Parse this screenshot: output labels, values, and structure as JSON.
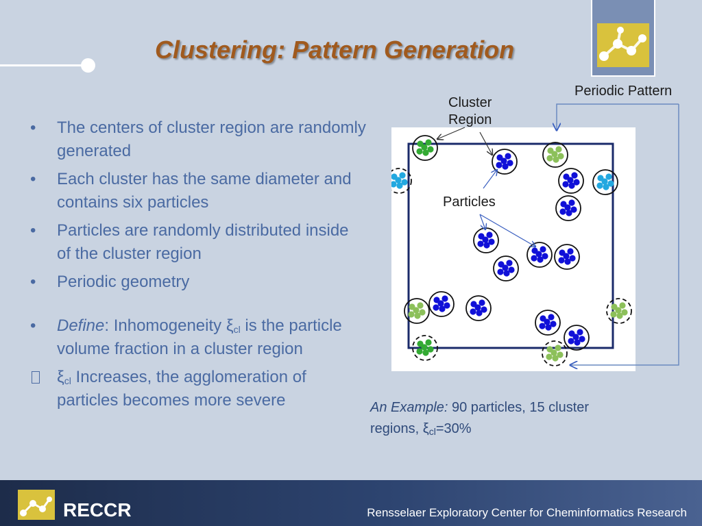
{
  "title": "Clustering: Pattern Generation",
  "bullets": [
    {
      "mark": "•",
      "text": "The centers of cluster region are randomly generated"
    },
    {
      "mark": "•",
      "text": "Each cluster has the same diameter and contains six particles"
    },
    {
      "mark": "•",
      "text": "Particles are randomly distributed inside of the cluster region"
    },
    {
      "mark": "•",
      "text": "Periodic geometry"
    }
  ],
  "define": {
    "mark": "•",
    "label": "Define",
    "pre": ": Inhomogeneity ",
    "symbol": "ξ",
    "sub": "cl",
    "post": " is the particle volume fraction in a cluster region"
  },
  "increase": {
    "mark": "",
    "symbol": "ξ",
    "sub": "cl",
    "post": " Increases, the agglomeration of particles becomes more severe"
  },
  "figure": {
    "label_cluster_region_1": "Cluster",
    "label_cluster_region_2": "Region",
    "label_particles": "Particles",
    "label_periodic_pattern": "Periodic Pattern",
    "colors": {
      "blue": "#1010d8",
      "green": "#33aa33",
      "light_green": "#8cc05a",
      "cyan": "#22a8e0",
      "frame": "#1a2a6a"
    }
  },
  "caption": {
    "italic": "An Example:",
    "text1": " 90 particles, 15 cluster regions, ",
    "symbol": "ξ",
    "sub": "cl",
    "text2": "=30%"
  },
  "footer": {
    "brand": "RECCR",
    "center_name": "Rensselaer Exploratory Center for Cheminformatics Research"
  }
}
